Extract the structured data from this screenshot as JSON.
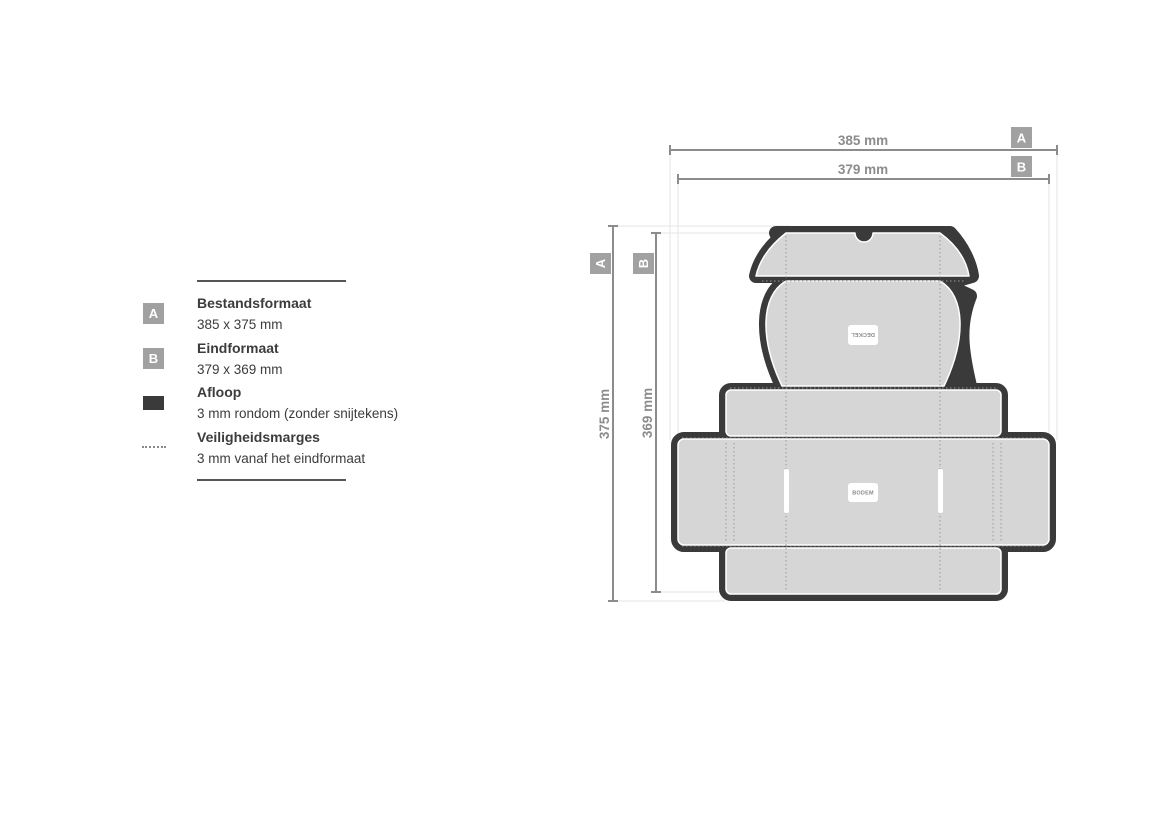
{
  "legend": {
    "items": [
      {
        "key": "A",
        "title": "Bestandsformaat",
        "desc": "385 x 375 mm",
        "marker": "badge"
      },
      {
        "key": "B",
        "title": "Eindformaat",
        "desc": "379 x 369 mm",
        "marker": "badge"
      },
      {
        "key": "",
        "title": "Afloop",
        "desc": "3 mm rondom (zonder snijtekens)",
        "marker": "swatch"
      },
      {
        "key": "",
        "title": "Veiligheidsmarges",
        "desc": "3 mm vanaf het eindformaat",
        "marker": "dots"
      }
    ]
  },
  "dimensions": {
    "width_a": {
      "label": "385 mm",
      "key": "A"
    },
    "width_b": {
      "label": "379 mm",
      "key": "B"
    },
    "height_a": {
      "label": "375 mm",
      "key": "A"
    },
    "height_b": {
      "label": "369 mm",
      "key": "B"
    }
  },
  "box": {
    "lid_logo": "DECKEL",
    "base_logo": "BODEM"
  },
  "colors": {
    "bleed": "#3a3a3a",
    "panel": "#d6d6d6",
    "badge": "#a1a1a1",
    "dimension_line": "#8c8c8c",
    "fold_line": "#9a9a9a"
  }
}
